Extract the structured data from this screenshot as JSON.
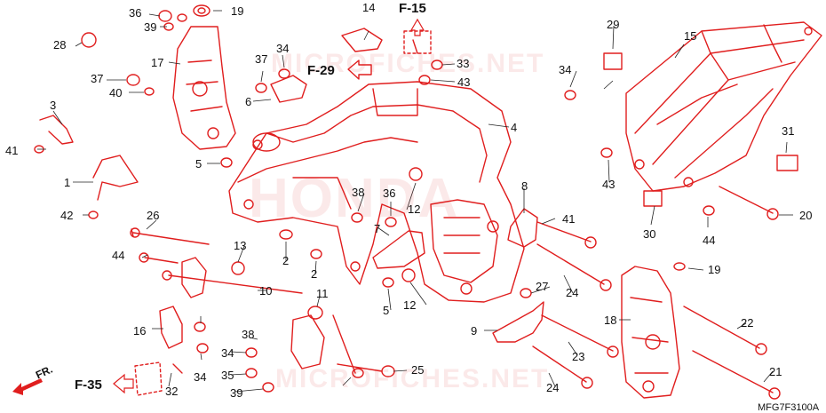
{
  "diagram": {
    "colors": {
      "part": "#e01e1e",
      "leader": "#222222",
      "text": "#111111"
    },
    "watermarks": [
      "HONDA",
      "MICROFICHES.NET",
      "MICROFICHES.NET"
    ],
    "refs": {
      "f15": "F-15",
      "f29": "F-29",
      "f35": "F-35",
      "front": "FR."
    },
    "drawing_code": "MFG7F3100A",
    "parts": [
      "1",
      "2",
      "2",
      "3",
      "4",
      "5",
      "5",
      "6",
      "7",
      "8",
      "9",
      "10",
      "11",
      "12",
      "12",
      "13",
      "14",
      "15",
      "16",
      "17",
      "18",
      "19",
      "19",
      "20",
      "21",
      "22",
      "23",
      "24",
      "24",
      "25",
      "26",
      "27",
      "28",
      "29",
      "30",
      "31",
      "32",
      "33",
      "34",
      "34",
      "34",
      "34",
      "35",
      "36",
      "36",
      "37",
      "37",
      "38",
      "38",
      "39",
      "39",
      "40",
      "41",
      "41",
      "42",
      "43",
      "43",
      "44",
      "44"
    ]
  }
}
